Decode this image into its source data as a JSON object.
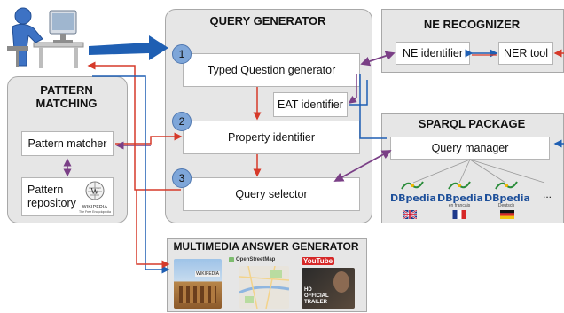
{
  "query_generator": {
    "title": "QUERY GENERATOR",
    "steps": [
      "1",
      "2",
      "3"
    ],
    "typed_question_generator": "Typed Question generator",
    "eat_identifier": "EAT identifier",
    "property_identifier": "Property identifier",
    "query_selector": "Query selector"
  },
  "ne_recognizer": {
    "title": "NE RECOGNIZER",
    "ne_identifier": "NE identifier",
    "ner_tool": "NER tool"
  },
  "pattern_matching": {
    "title_line1": "PATTERN",
    "title_line2": "MATCHING",
    "pattern_matcher": "Pattern matcher",
    "pattern_repository_line1": "Pattern",
    "pattern_repository_line2": "repository",
    "wikipedia_logo_text": "WIKIPEDIA",
    "wikipedia_tagline": "The Free Encyclopedia"
  },
  "sparql_package": {
    "title": "SPARQL PACKAGE",
    "query_manager": "Query manager",
    "kb_logos": [
      "DBpedia",
      "DBpedia",
      "DBpedia",
      "..."
    ],
    "kb_sublabels": [
      "",
      "en français",
      "Deutsch"
    ]
  },
  "multimedia_answer_generator": {
    "title": "MULTIMEDIA ANSWER GENERATOR",
    "openstreetmap_label": "OpenStreetMap",
    "youtube_label": "YouTube",
    "wikipedia_label": "WIKIPEDIA",
    "trailer_text": "HD OFFICIAL TRAILER"
  },
  "colors": {
    "panel": "#e6e6e6",
    "blue_arrow": "#1f5fb3",
    "red_arrow": "#d63a2a",
    "purple_arrow": "#7a3f86",
    "step_circle": "#7ea6d9"
  }
}
